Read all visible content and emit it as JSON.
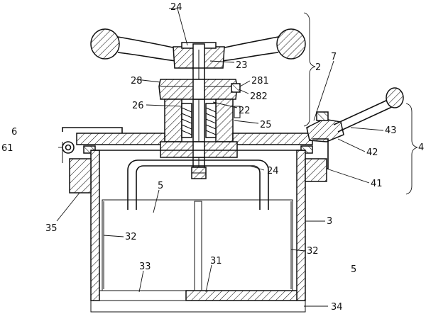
{
  "labels": {
    "l24_top": "24",
    "l2": "2",
    "l7": "7",
    "l23": "23",
    "l28": "28",
    "l281": "281",
    "l282": "282",
    "l26": "26",
    "l22": "22",
    "l25": "25",
    "l6": "6",
    "l43": "43",
    "l61": "61",
    "l42": "42",
    "l4": "4",
    "l24_mid": "24",
    "l41": "41",
    "l5_left": "5",
    "l35": "35",
    "l3": "3",
    "l32_left": "32",
    "l32_right": "32",
    "l33": "33",
    "l31": "31",
    "l5_right": "5",
    "l34": "34"
  }
}
